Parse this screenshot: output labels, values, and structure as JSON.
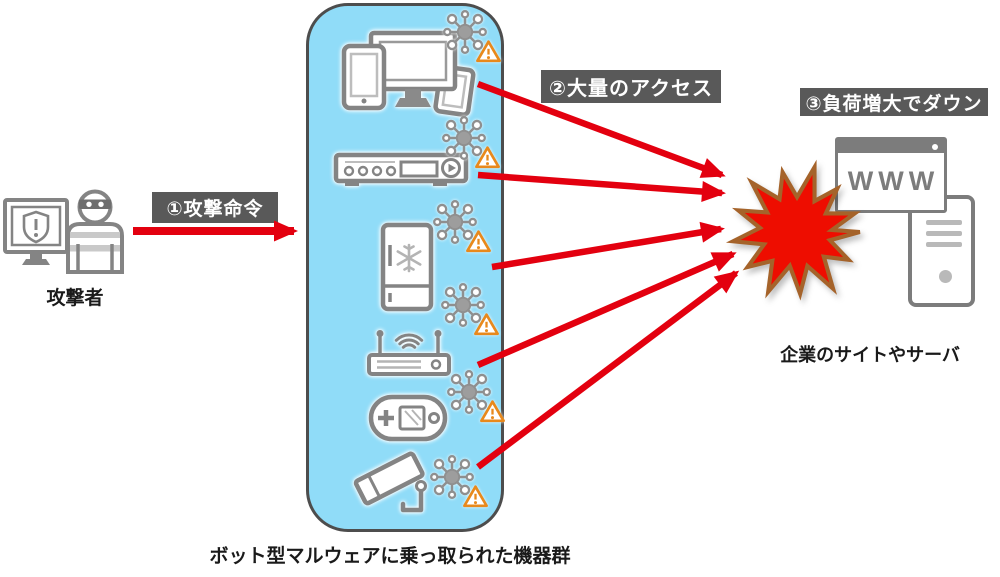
{
  "title": "DDoS / botnet attack flow diagram",
  "attacker": {
    "label": "攻撃者",
    "icon": "attacker-with-monitor-icon"
  },
  "steps": {
    "step1": "①攻撃命令",
    "step2": "②大量のアクセス",
    "step3": "③負荷増大でダウン"
  },
  "botnet": {
    "caption": "ボット型マルウェアに乗っ取られた機器群",
    "devices": [
      {
        "icon": "desktop-computer-icon"
      },
      {
        "icon": "media-player-icon"
      },
      {
        "icon": "refrigerator-icon"
      },
      {
        "icon": "wifi-router-icon"
      },
      {
        "icon": "game-console-icon"
      },
      {
        "icon": "security-camera-icon"
      }
    ],
    "infection_badge": {
      "icons": [
        "malware-virus-icon",
        "warning-triangle-icon"
      ]
    }
  },
  "target": {
    "label": "企業のサイトやサーバ",
    "browser_text": "WWW",
    "icons": [
      "browser-window-icon",
      "server-tower-icon",
      "explosion-icon"
    ]
  },
  "colors": {
    "botnet_box_fill": "#90DCF8",
    "botnet_box_border": "#4D4D4D",
    "arrow_red": "#E3000F",
    "label_bg": "#595959",
    "label_text": "#FFFFFF",
    "explosion_fill": "#EE0D00",
    "explosion_stroke": "#A5632A",
    "icon_gray": "#848484",
    "icon_light_gray": "#B9B9B9",
    "warning_orange": "#E8891C"
  }
}
